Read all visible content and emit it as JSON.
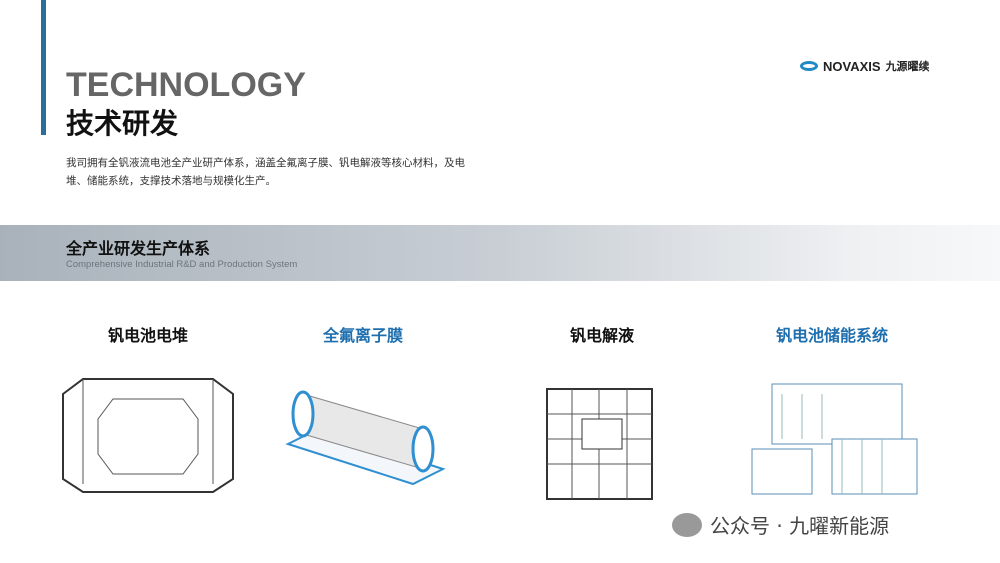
{
  "header": {
    "title_en": "TECHNOLOGY",
    "title_cn": "技术研发",
    "description": "我司拥有全钒液流电池全产业研产体系，涵盖全氟离子膜、钒电解液等核心材料，及电堆、储能系统，支撑技术落地与规模化生产。"
  },
  "logo": {
    "brand": "NOVAXIS",
    "brand_cn": "九源曜续"
  },
  "section": {
    "title": "全产业研发生产体系",
    "subtitle": "Comprehensive Industrial R&D and Production System"
  },
  "products": [
    {
      "label": "钒电池电堆",
      "color": "#111111"
    },
    {
      "label": "全氟离子膜",
      "color": "#1f6fae"
    },
    {
      "label": "钒电解液",
      "color": "#111111"
    },
    {
      "label": "钒电池储能系统",
      "color": "#1f6fae"
    }
  ],
  "watermark": "公众号 · 九曜新能源"
}
